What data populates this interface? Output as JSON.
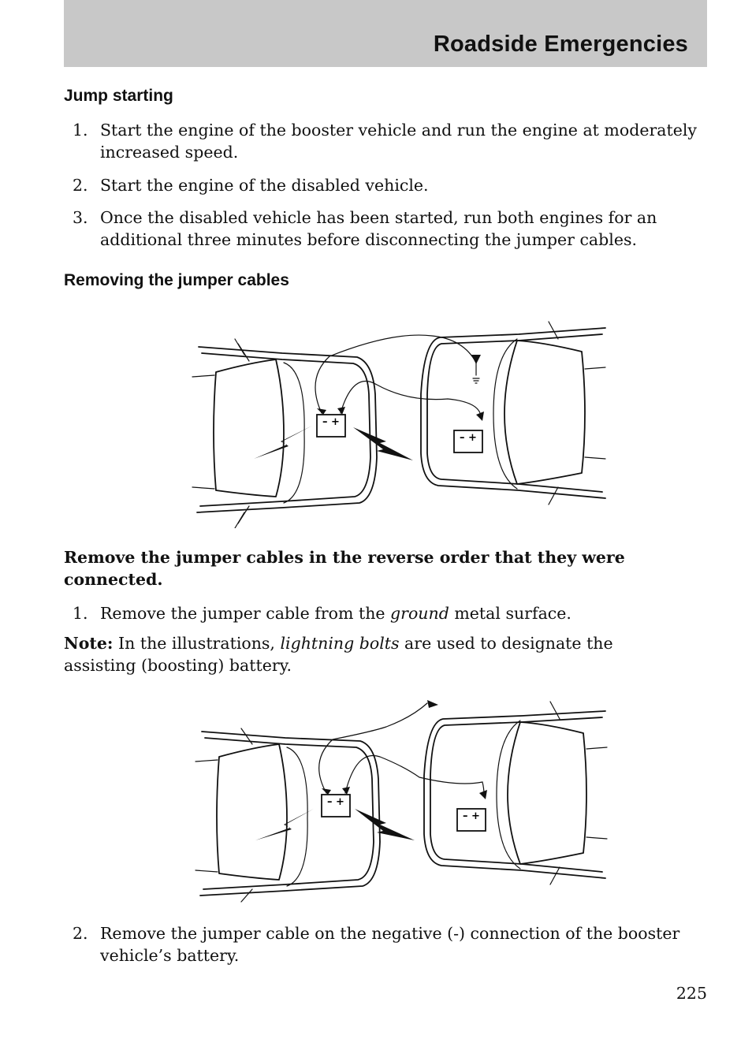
{
  "header": {
    "title": "Roadside Emergencies"
  },
  "jump_starting": {
    "heading": "Jump starting",
    "steps": [
      {
        "num": "1.",
        "text": "Start the engine of the booster vehicle and run the engine at moderately increased speed."
      },
      {
        "num": "2.",
        "text": "Start the engine of the disabled vehicle."
      },
      {
        "num": "3.",
        "text": "Once the disabled vehicle has been started, run both engines for an additional three minutes before disconnecting the jumper cables."
      }
    ]
  },
  "removing": {
    "heading": "Removing the jumper cables",
    "figure1_battery_left": "– +",
    "figure1_battery_right": "– +",
    "bold_instruction": "Remove the jumper cables in the reverse order that they were connected.",
    "step1": {
      "num": "1.",
      "before": "Remove the jumper cable from the ",
      "emphasis": "ground",
      "after": " metal surface."
    },
    "note": {
      "label": "Note:",
      "before": " In the illustrations, ",
      "emphasis": "lightning bolts",
      "after": " are used to designate the assisting (boosting) battery."
    },
    "figure2_battery_left": "– +",
    "figure2_battery_right": "– +",
    "step2": {
      "num": "2.",
      "text": "Remove the jumper cable on the negative (-) connection of the booster vehicle’s battery."
    }
  },
  "footer": {
    "page_number": "225"
  }
}
